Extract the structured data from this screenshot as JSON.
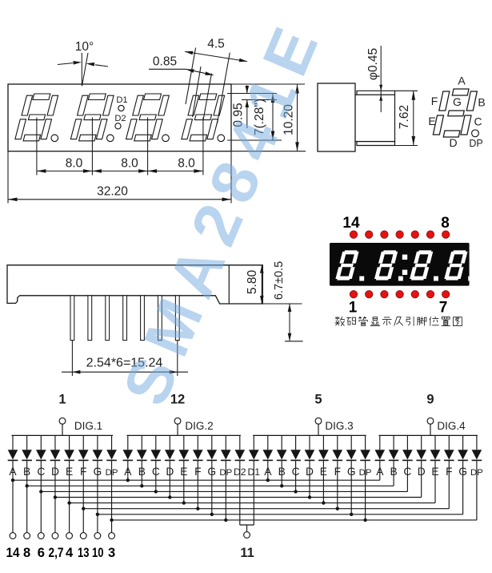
{
  "front_view": {
    "angle_label": "10°",
    "segment_width_label": "0.85",
    "digit_width_label": "4.5",
    "pitch_labels": [
      "8.0",
      "8.0",
      "8.0"
    ],
    "total_width_label": "32.20",
    "segment_thickness_label": "0.95",
    "digit_height_label": "7(.28\")",
    "package_height_label": "10.20",
    "colon_led_labels": [
      "D1",
      "D2"
    ]
  },
  "side_view": {
    "pin_diameter_label": "φ0.45",
    "pin_row_spacing_label": "7.62"
  },
  "segment_key": {
    "labels": [
      "A",
      "F",
      "G",
      "B",
      "E",
      "C",
      "D",
      "DP"
    ]
  },
  "profile_view": {
    "body_height_label": "5.80",
    "pin_length_label": "6.7±0.5",
    "pin_pitch_label": "2.54*6=15.24"
  },
  "display_photo": {
    "top_left_pin": "14",
    "top_right_pin": "8",
    "bottom_left_pin": "1",
    "bottom_right_pin": "7",
    "caption": "数码管显示及引脚位置图",
    "colors": {
      "led_red": "#e41212",
      "body_black": "#0a0a0a"
    }
  },
  "schematic": {
    "digit_groups": [
      {
        "pin": "1",
        "name": "DIG.1"
      },
      {
        "pin": "12",
        "name": "DIG.2"
      },
      {
        "pin": "5",
        "name": "DIG.3"
      },
      {
        "pin": "9",
        "name": "DIG.4"
      }
    ],
    "segment_labels": [
      "A",
      "B",
      "C",
      "D",
      "E",
      "F",
      "G",
      "DP"
    ],
    "colon_diode_labels": [
      "D2",
      "D1"
    ],
    "bottom_pin_labels": [
      "14",
      "8",
      "6",
      "2,7",
      "4",
      "13",
      "10",
      "3"
    ],
    "colon_pin_label": "11"
  },
  "watermark": {
    "text": "SMA2841E",
    "color": "#74aadf"
  }
}
